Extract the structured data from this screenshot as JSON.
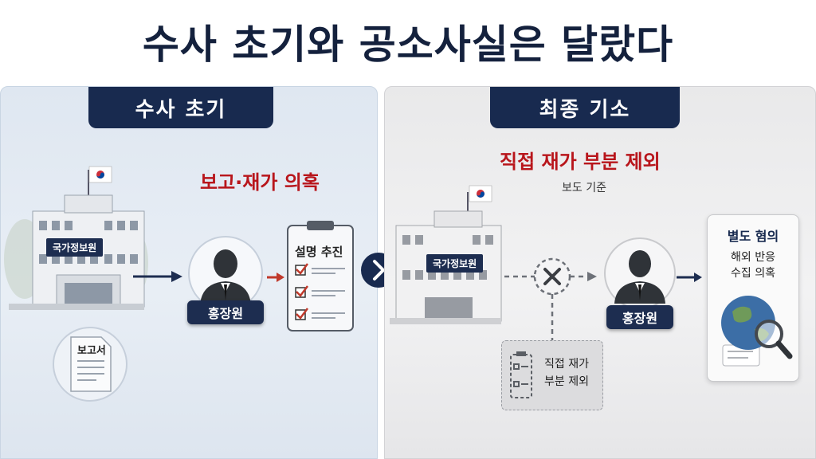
{
  "title": "수사 초기와 공소사실은 달랐다",
  "left": {
    "tab_label": "수사 초기",
    "headline": "보고·재가 의혹",
    "building_label": "국가정보원",
    "person_label": "홍장원",
    "clipboard_title": "설명 추진",
    "document_label": "보고서"
  },
  "right": {
    "tab_label": "최종 기소",
    "headline": "직접 재가 부분 제외",
    "subline": "보도 기준",
    "building_label": "국가정보원",
    "person_label": "홍장원",
    "excluded_card": [
      "직접 재가",
      "부분 제외"
    ],
    "side_card": {
      "title": "별도 혐의",
      "lines": [
        "해외 반응",
        "수집 의혹"
      ]
    }
  },
  "colors": {
    "navy": "#182a4f",
    "accent_red": "#b8151b",
    "check_red": "#c0392b"
  },
  "icons": [
    "flag-icon",
    "building-icon",
    "person-icon",
    "arrow-right-icon",
    "clipboard-icon",
    "checkbox-icon",
    "document-icon",
    "x-mark-icon",
    "globe-icon",
    "magnifier-icon",
    "next-chevron-icon"
  ]
}
